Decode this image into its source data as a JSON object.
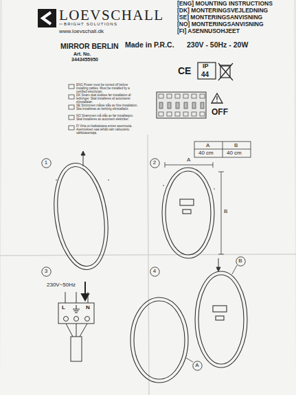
{
  "diagram": {
    "nodes": [
      {
        "text": [
          "1"
        ]
      },
      {
        "text": [
          "2"
        ]
      },
      {
        "text": [
          "3"
        ]
      },
      {
        "text": [
          "4"
        ]
      },
      {
        "text": [
          "A"
        ]
      },
      {
        "text": [
          "B"
        ]
      }
    ],
    "labels": [
      "LOEVSCHALL",
      "BRIGHT SOLUTIONS",
      "www.loevschall.dk",
      "[ENG] MOUNTING INSTRUCTIONS",
      "[DK] MONTERINGSVEJLEDNING",
      "[SE] MONTERINGSANVISNING",
      "[NO] MONTERINGSANVISNING",
      "[FI] ASENNUSOHJEET",
      "MIRROR BERLIN",
      "Art. No.",
      "3443455950",
      "Made in P.R.C.",
      "230V - 50Hz - 20W",
      "CE",
      "IP",
      "44",
      "OFF",
      "A",
      "B",
      "40 cm",
      "40 cm",
      "ENG Power must be turned off before installing cables. Must be installed by a certified electrician.",
      "DK Strøm skal slukkes før installation af ledninger. Skal installeres af autoriseret elinstallatør.",
      "SE Strömmen måste slås av före installation. Ska installeras av behörig elinstallatör.",
      "NO Strømmen må slås av før installasjon. Skal installeres av autorisert elektriker.",
      "FI Virta on katkaistava ennen asennusta. Asennuksen saa tehdä vain valtuutettu sähköasentaja.",
      "A",
      "B",
      "230V~50Hz",
      "L",
      "N"
    ]
  }
}
